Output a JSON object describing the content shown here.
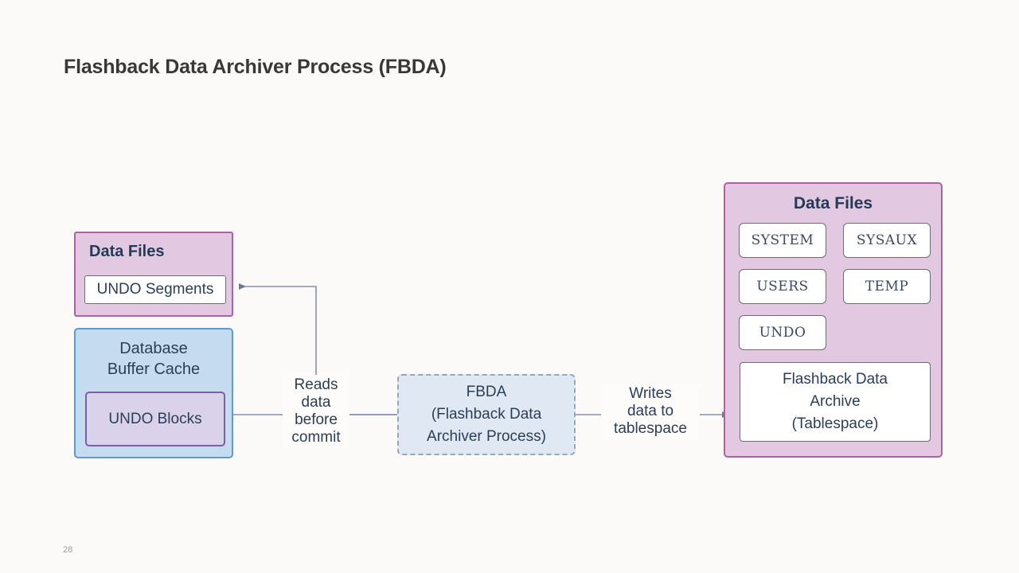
{
  "slide": {
    "title": "Flashback Data Archiver Process (FBDA)",
    "page_number": "28",
    "background_color": "#fbfaf8"
  },
  "left_data_files": {
    "title": "Data Files",
    "fill_color": "#e3c8e2",
    "border_color": "#b060a8",
    "items": [
      {
        "label": "UNDO Segments"
      }
    ]
  },
  "buffer_cache": {
    "title": "Database\nBuffer Cache",
    "fill_color": "#c5dcf0",
    "border_color": "#5b9bd5",
    "items": [
      {
        "label": "UNDO Blocks",
        "fill_color": "#d9d2ea",
        "border_color": "#7a5ea8"
      }
    ]
  },
  "process": {
    "label": "FBDA\n(Flashback Data\nArchiver Process)",
    "fill_color": "#dfe8f3",
    "border_color": "#9aa6b5",
    "border_style": "dashed"
  },
  "edges": [
    {
      "label": "Reads\ndata\nbefore\ncommit",
      "direction": "left"
    },
    {
      "label": "Writes\ndata to\ntablespace",
      "direction": "right"
    }
  ],
  "right_data_files": {
    "title": "Data Files",
    "fill_color": "#e3c8e2",
    "border_color": "#b060a8",
    "tablespaces": [
      {
        "label": "SYSTEM"
      },
      {
        "label": "SYSAUX"
      },
      {
        "label": "USERS"
      },
      {
        "label": "TEMP"
      },
      {
        "label": "UNDO"
      }
    ],
    "archive": {
      "label": "Flashback Data\nArchive\n(Tablespace)"
    }
  },
  "connector_color": "#8592a8"
}
